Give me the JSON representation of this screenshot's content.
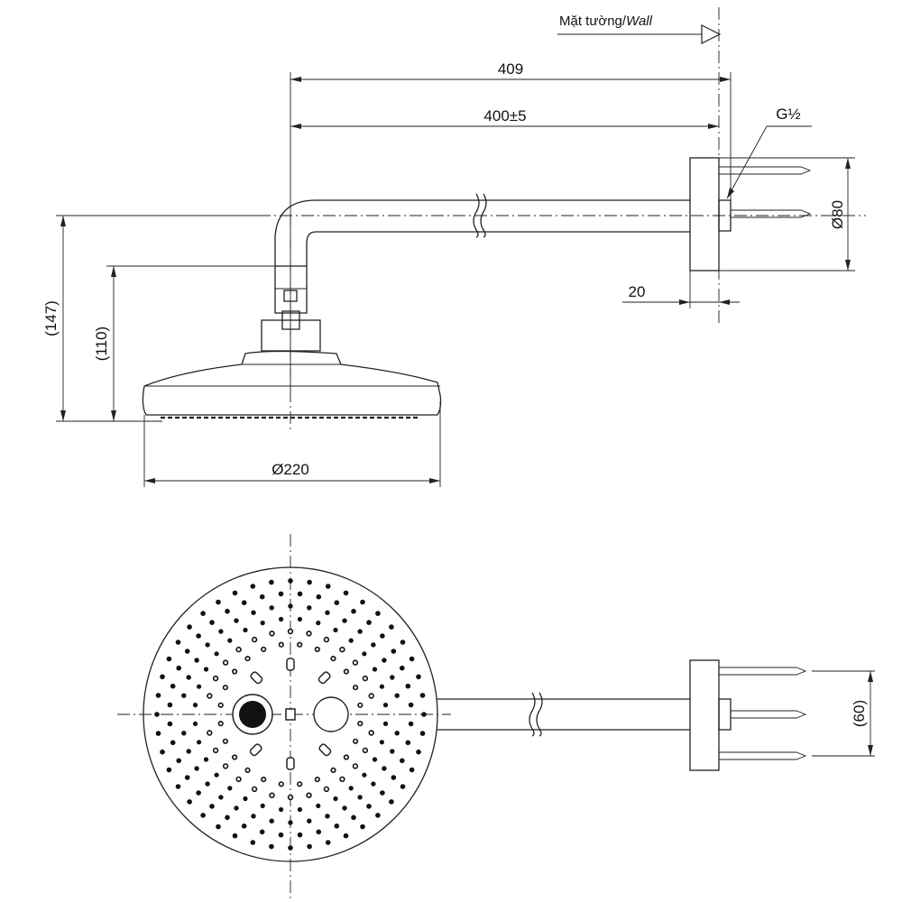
{
  "labels": {
    "wall_vi": "Mặt tường/",
    "wall_en": "Wall",
    "thread": "G½"
  },
  "dimensions": {
    "overall_length": "409",
    "arm_length": "400±5",
    "flange_diameter": "Ø80",
    "flange_thickness": "20",
    "total_height": "(147)",
    "head_height": "(110)",
    "head_diameter": "Ø220",
    "bolt_spacing": "(60)"
  }
}
